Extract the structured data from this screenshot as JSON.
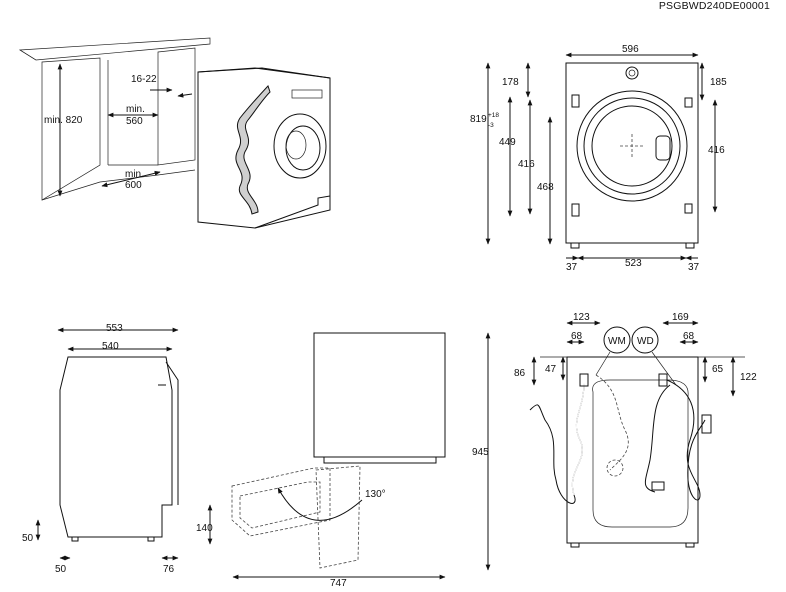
{
  "document": {
    "code": "PSGBWD240DE00001"
  },
  "niche_view": {
    "height_label": "min. 820",
    "gap_label": "16-22",
    "width_label": "min.\n560",
    "depth_label": "min.\n600"
  },
  "front_view": {
    "width_top": "596",
    "top_left": "178",
    "top_right": "185",
    "total_height": "819",
    "total_height_tol": "+18",
    "total_height_tol_minus": "-3",
    "h449": "449",
    "h416_left": "416",
    "h468": "468",
    "h416_right": "416",
    "foot_left": "37",
    "foot_span": "523",
    "foot_right": "37"
  },
  "side_view": {
    "depth_553": "553",
    "depth_540": "540",
    "bottom_50_v": "50",
    "bottom_140": "140",
    "bottom_50_h": "50",
    "bottom_76": "76"
  },
  "door_view": {
    "height_945": "945",
    "angle": "130°",
    "depth_747": "747"
  },
  "rear_view": {
    "d123": "123",
    "d68_left": "68",
    "d169": "169",
    "d68_right": "68",
    "wm": "WM",
    "wd": "WD",
    "d86": "86",
    "d47": "47",
    "d65": "65",
    "d122": "122"
  }
}
